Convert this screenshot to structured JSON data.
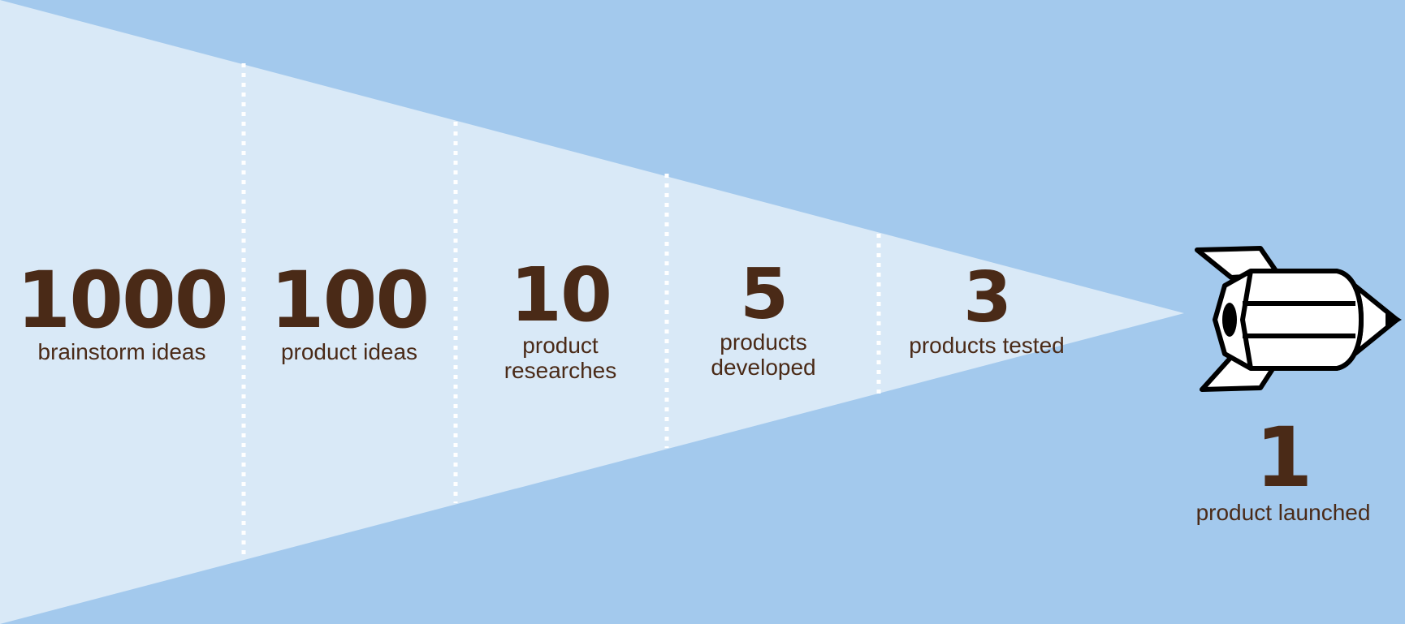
{
  "colors": {
    "background": "#a3c9ed",
    "funnel": "#d9e9f7",
    "text": "#4a2a17",
    "divider": "#ffffff",
    "rocket_outline": "#000000",
    "rocket_fill": "#ffffff"
  },
  "stages": [
    {
      "number": "1000",
      "label": "brainstorm ideas"
    },
    {
      "number": "100",
      "label": "product ideas"
    },
    {
      "number": "10",
      "label_line1": "product",
      "label_line2": "researches"
    },
    {
      "number": "5",
      "label_line1": "products",
      "label_line2": "developed"
    },
    {
      "number": "3",
      "label": "products tested"
    },
    {
      "number": "1",
      "label": "product launched"
    }
  ],
  "icons": {
    "rocket": "rocket-icon"
  }
}
